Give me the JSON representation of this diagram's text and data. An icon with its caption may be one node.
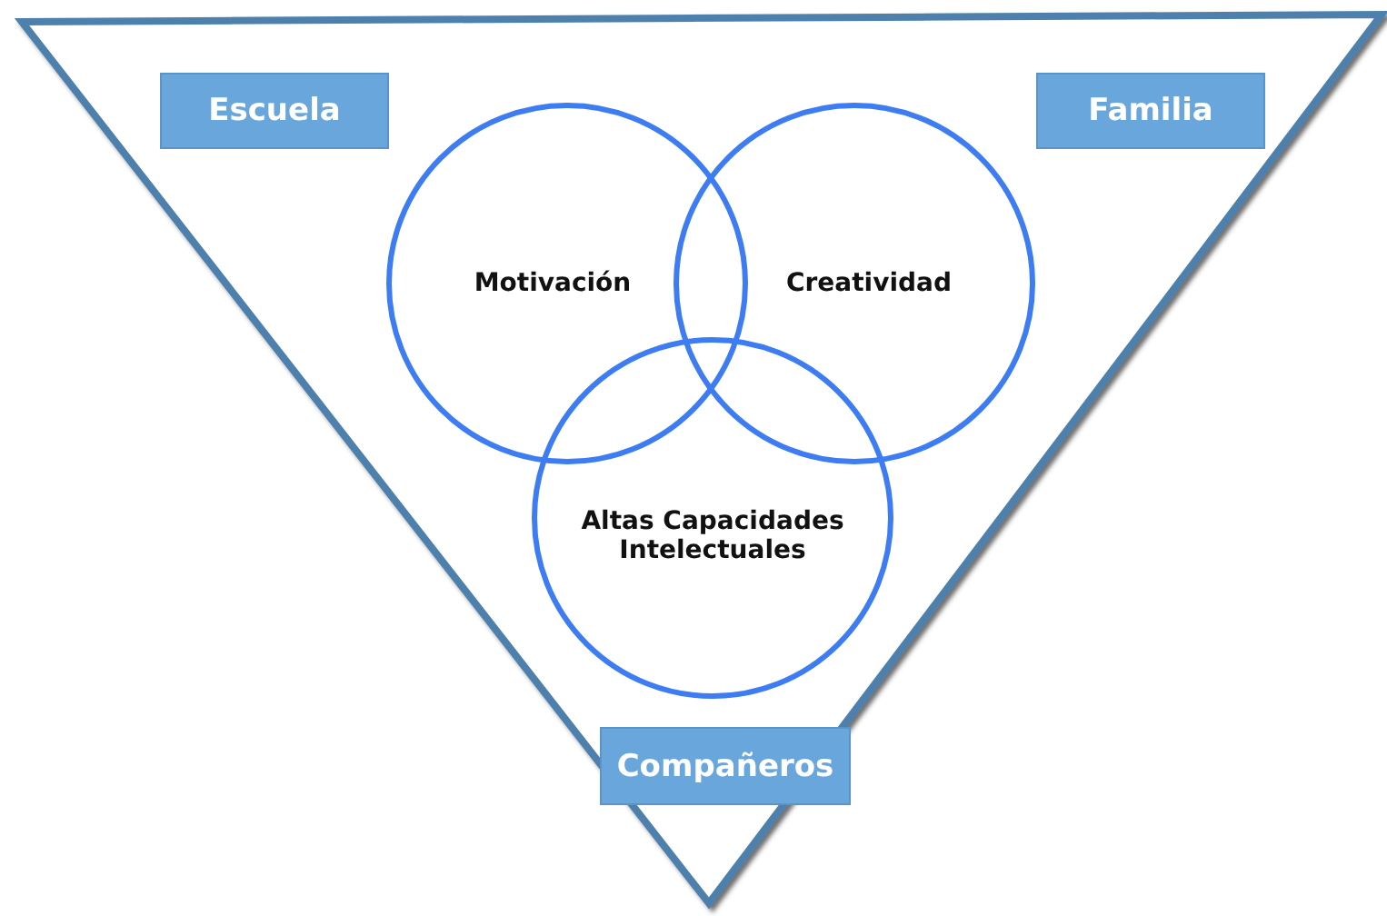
{
  "diagram": {
    "nodes": [
      {
        "text": [
          "Escuela"
        ]
      },
      {
        "text": [
          "Familia"
        ]
      },
      {
        "text": [
          "Motivación"
        ]
      },
      {
        "text": [
          "Creatividad"
        ]
      },
      {
        "text": [
          "Altas Capacidades Intelectuales"
        ]
      },
      {
        "text": [
          "Compañeros"
        ]
      }
    ]
  }
}
